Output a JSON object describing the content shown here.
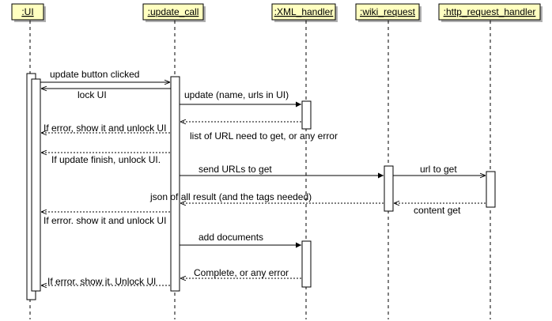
{
  "participants": [
    {
      "id": "ui",
      "label": ":UI"
    },
    {
      "id": "update_call",
      "label": ":update_call"
    },
    {
      "id": "xml_handler",
      "label": ":XML_handler"
    },
    {
      "id": "wiki_request",
      "label": ":wiki_request"
    },
    {
      "id": "http_request_handler",
      "label": ":http_request_handler"
    }
  ],
  "messages": [
    {
      "text": "update button clicked"
    },
    {
      "text": "lock UI"
    },
    {
      "text": "update (name, urls in UI)"
    },
    {
      "text": "list of URL need to get, or any error"
    },
    {
      "text": "If error, show it and unlock UI"
    },
    {
      "text": "If update finish, unlock UI."
    },
    {
      "text": "send URLs to get"
    },
    {
      "text": "url to get"
    },
    {
      "text": "json of all result (and the tags needed)"
    },
    {
      "text": "content get"
    },
    {
      "text": "If error. show it and unlock UI"
    },
    {
      "text": "add documents"
    },
    {
      "text": "Complete, or any error"
    },
    {
      "text": "If error. show it. Unlock UI"
    }
  ]
}
